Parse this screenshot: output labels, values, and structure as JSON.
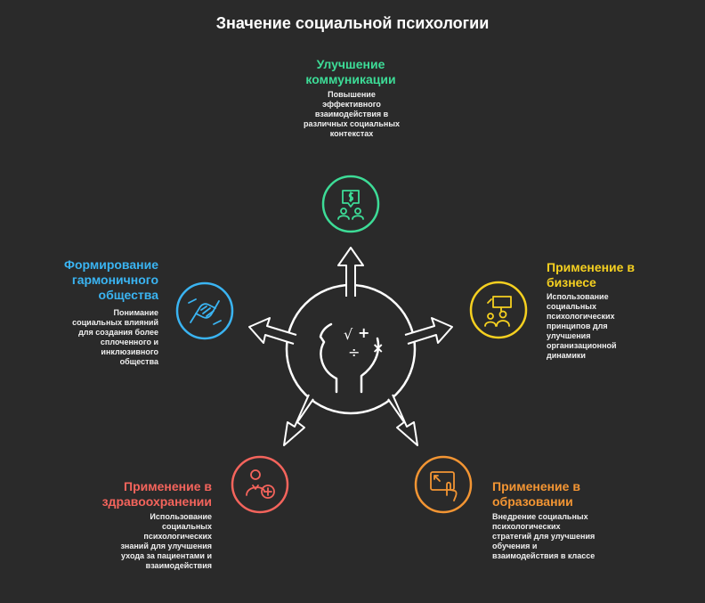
{
  "title": "Значение социальной психологии",
  "colors": {
    "background": "#2a2a2a",
    "line": "#ffffff",
    "communication": "#3ddc97",
    "business": "#f5d020",
    "education": "#f39533",
    "healthcare": "#f4645c",
    "society": "#3ab4f2"
  },
  "nodes": {
    "communication": {
      "title": "Улучшение коммуникации",
      "desc": "Повышение эффективного взаимодействия в различных социальных контекстах",
      "icon": "chat-money-icon"
    },
    "business": {
      "title": "Применение в бизнесе",
      "desc": "Использование социальных психологических принципов для улучшения организационной динамики",
      "icon": "presentation-team-icon"
    },
    "education": {
      "title": "Применение в образовании",
      "desc": "Внедрение социальных психологических стратегий для улучшения обучения и взаимодействия в классе",
      "icon": "touch-screen-icon"
    },
    "healthcare": {
      "title": "Применение в здравоохранении",
      "desc": "Использование социальных психологических знаний для улучшения ухода за пациентами и взаимодействия",
      "icon": "person-plus-icon"
    },
    "society": {
      "title": "Формирование гармоничного общества",
      "desc": "Понимание социальных влияний для создания более сплоченного и инклюзивного общества",
      "icon": "handshake-icon"
    }
  },
  "center_icon": "head-math-icon",
  "center_symbols": [
    "√",
    "+",
    "÷",
    "×"
  ]
}
